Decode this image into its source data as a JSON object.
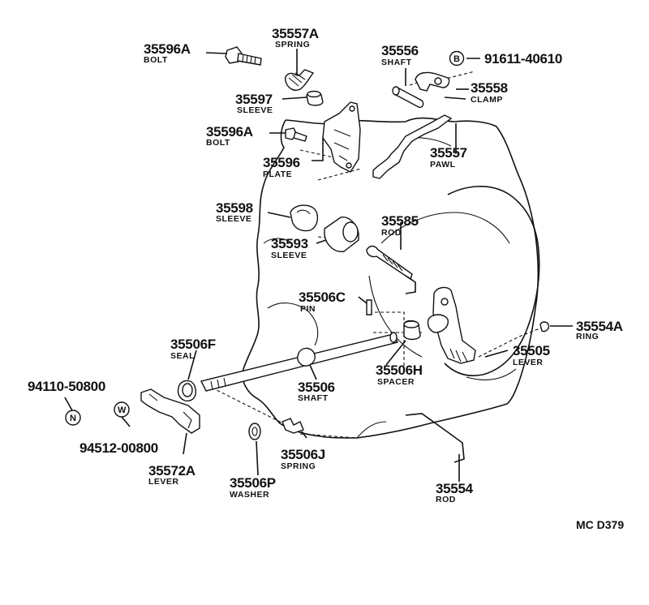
{
  "diagram_code": "MC D379",
  "symbols": {
    "B": "B",
    "N": "N",
    "W": "W"
  },
  "parts": [
    {
      "id": "p1",
      "number": "35596A",
      "name": "BOLT"
    },
    {
      "id": "p2",
      "number": "35557A",
      "name": "SPRING"
    },
    {
      "id": "p3",
      "number": "35556",
      "name": "SHAFT"
    },
    {
      "id": "p4",
      "number": "91611-40610",
      "name": ""
    },
    {
      "id": "p5",
      "number": "35558",
      "name": "CLAMP"
    },
    {
      "id": "p6",
      "number": "35597",
      "name": "SLEEVE"
    },
    {
      "id": "p7",
      "number": "35596A",
      "name": "BOLT"
    },
    {
      "id": "p8",
      "number": "35557",
      "name": "PAWL"
    },
    {
      "id": "p9",
      "number": "35596",
      "name": "PLATE"
    },
    {
      "id": "p10",
      "number": "35598",
      "name": "SLEEVE"
    },
    {
      "id": "p11",
      "number": "35585",
      "name": "ROD"
    },
    {
      "id": "p12",
      "number": "35593",
      "name": "SLEEVE"
    },
    {
      "id": "p13",
      "number": "35506C",
      "name": "PIN"
    },
    {
      "id": "p14",
      "number": "35554A",
      "name": "RING"
    },
    {
      "id": "p15",
      "number": "35506F",
      "name": "SEAL"
    },
    {
      "id": "p16",
      "number": "35505",
      "name": "LEVER"
    },
    {
      "id": "p17",
      "number": "35506",
      "name": "SHAFT"
    },
    {
      "id": "p18",
      "number": "35506H",
      "name": "SPACER"
    },
    {
      "id": "p19",
      "number": "94110-50800",
      "name": ""
    },
    {
      "id": "p20",
      "number": "94512-00800",
      "name": ""
    },
    {
      "id": "p21",
      "number": "35506J",
      "name": "SPRING"
    },
    {
      "id": "p22",
      "number": "35572A",
      "name": "LEVER"
    },
    {
      "id": "p23",
      "number": "35506P",
      "name": "WASHER"
    },
    {
      "id": "p24",
      "number": "35554",
      "name": "ROD"
    }
  ]
}
